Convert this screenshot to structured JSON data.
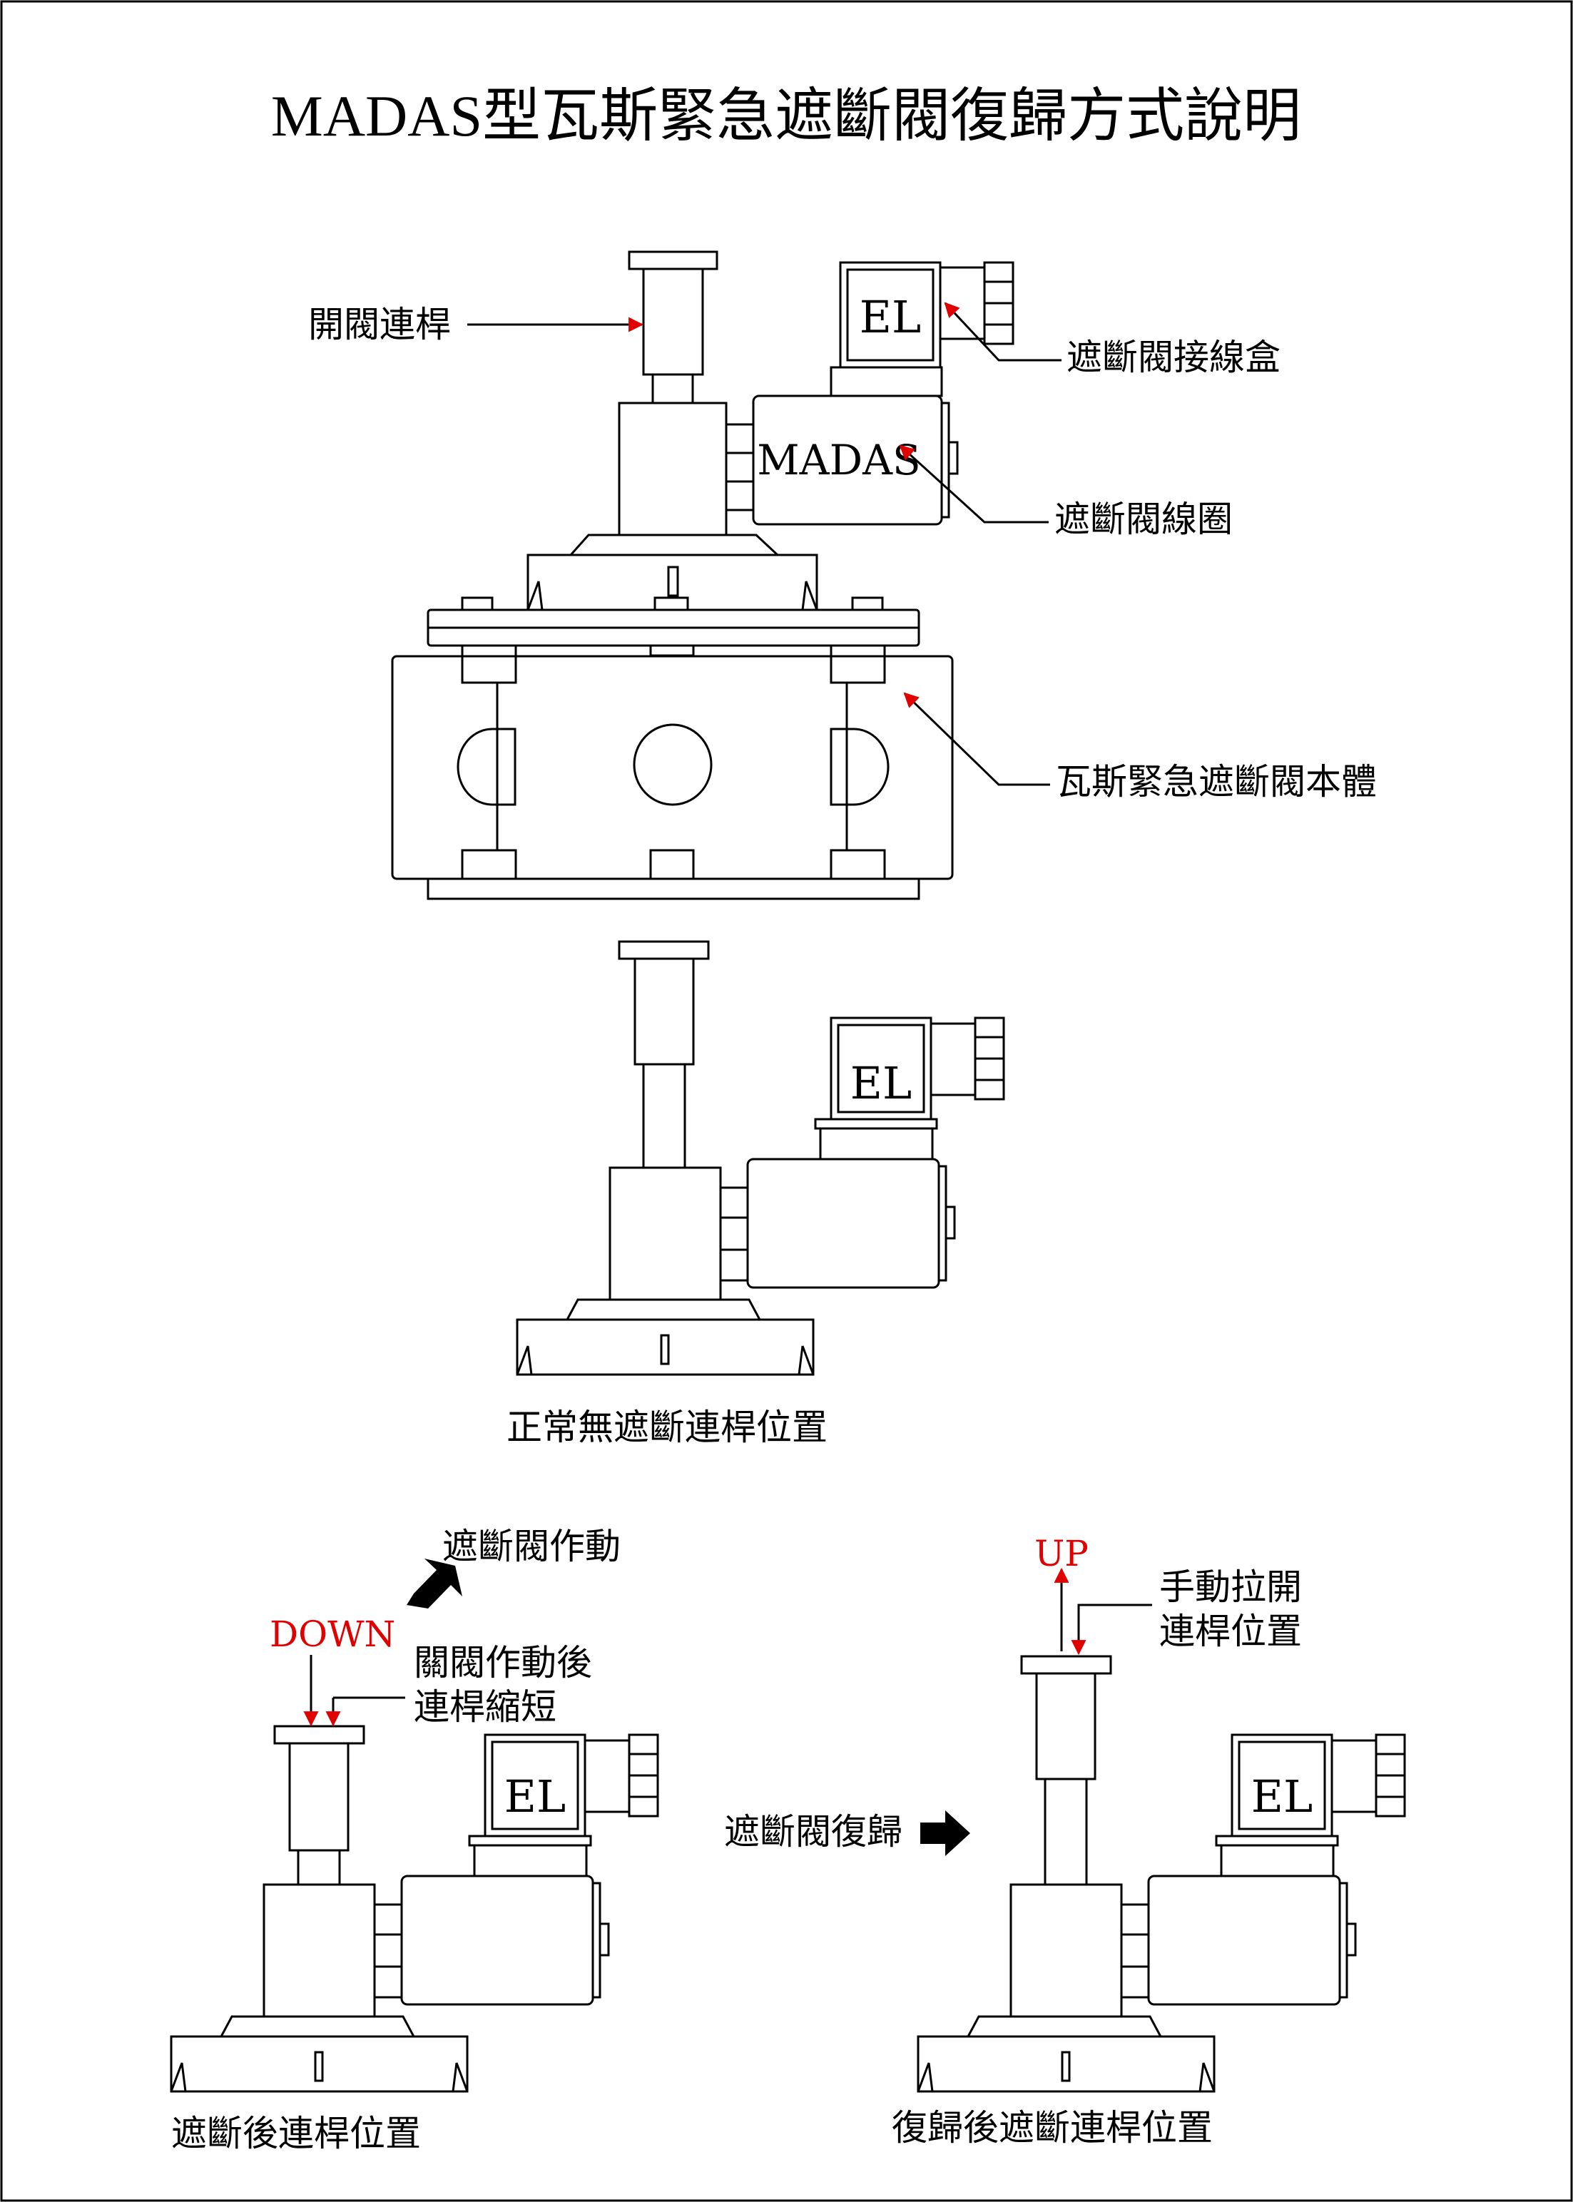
{
  "title": "MADAS型瓦斯緊急遮斷閥復歸方式說明",
  "top_diagram": {
    "labels": {
      "stem": "開閥連桿",
      "junction_box": "遮斷閥接線盒",
      "coil": "遮斷閥線圈",
      "body": "瓦斯緊急遮斷閥本體"
    },
    "el_text": "EL",
    "coil_text": "MADAS"
  },
  "normal_diagram": {
    "el_text": "EL",
    "caption": "正常無遮斷連桿位置"
  },
  "tripped_diagram": {
    "action_label": "遮斷閥作動",
    "direction": "DOWN",
    "note_line1": "關閥作動後",
    "note_line2": "連桿縮短",
    "el_text": "EL",
    "caption": "遮斷後連桿位置"
  },
  "reset_diagram": {
    "action_label": "遮斷閥復歸",
    "direction": "UP",
    "note_line1": "手動拉開",
    "note_line2": "連桿位置",
    "el_text": "EL",
    "caption": "復歸後遮斷連桿位置"
  },
  "colors": {
    "line": "#000000",
    "accent": "#e00000",
    "background": "#ffffff"
  }
}
